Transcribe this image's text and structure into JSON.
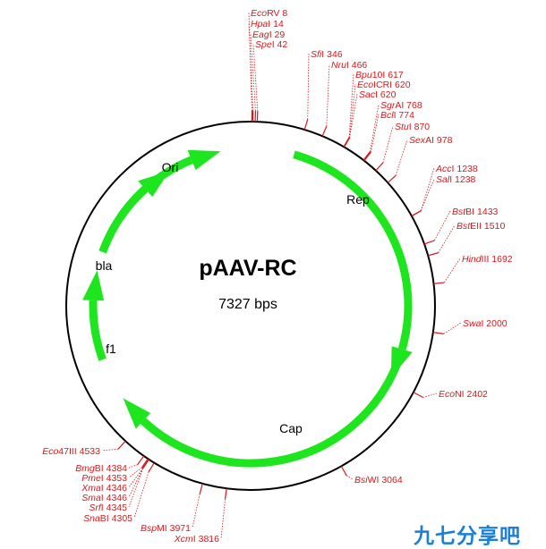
{
  "plasmid": {
    "name": "pAAV-RC",
    "size_label": "7327 bps"
  },
  "colors": {
    "backbone": "#000000",
    "feature": "#1ee61e",
    "site": "#d6191c"
  },
  "features": [
    {
      "name": "Rep",
      "direction": "cw"
    },
    {
      "name": "Cap",
      "direction": "cw"
    },
    {
      "name": "f1",
      "direction": "cw"
    },
    {
      "name": "bla",
      "direction": "cw"
    },
    {
      "name": "Ori",
      "direction": "cw"
    }
  ],
  "sites": [
    {
      "enzyme": "EcoRV",
      "italic": "Eco",
      "rest": "RV",
      "position": 8
    },
    {
      "enzyme": "HpaI",
      "italic": "Hpa",
      "rest": "I",
      "position": 14
    },
    {
      "enzyme": "EagI",
      "italic": "Eag",
      "rest": "I",
      "position": 29
    },
    {
      "enzyme": "SpeI",
      "italic": "Spe",
      "rest": "I",
      "position": 42
    },
    {
      "enzyme": "SfiI",
      "italic": "Sfi",
      "rest": "I",
      "position": 346
    },
    {
      "enzyme": "NruI",
      "italic": "Nru",
      "rest": "I",
      "position": 466
    },
    {
      "enzyme": "Bpu10I",
      "italic": "Bpu",
      "rest": "10I",
      "position": 617
    },
    {
      "enzyme": "EcoICRI",
      "italic": "Eco",
      "rest": "ICRI",
      "position": 620
    },
    {
      "enzyme": "SacI",
      "italic": "Sac",
      "rest": "I",
      "position": 620
    },
    {
      "enzyme": "SgrAI",
      "italic": "Sgr",
      "rest": "AI",
      "position": 768
    },
    {
      "enzyme": "BclI",
      "italic": "Bcl",
      "rest": "I",
      "position": 774
    },
    {
      "enzyme": "StuI",
      "italic": "Stu",
      "rest": "I",
      "position": 870
    },
    {
      "enzyme": "SexAI",
      "italic": "Sex",
      "rest": "AI",
      "position": 978
    },
    {
      "enzyme": "AccI",
      "italic": "Acc",
      "rest": "I",
      "position": 1238
    },
    {
      "enzyme": "SalI",
      "italic": "Sal",
      "rest": "I",
      "position": 1238
    },
    {
      "enzyme": "BstBI",
      "italic": "Bst",
      "rest": "BI",
      "position": 1433
    },
    {
      "enzyme": "BstEII",
      "italic": "Bst",
      "rest": "EII",
      "position": 1510
    },
    {
      "enzyme": "HindIII",
      "italic": "Hind",
      "rest": "III",
      "position": 1692
    },
    {
      "enzyme": "SwaI",
      "italic": "Swa",
      "rest": "I",
      "position": 2000
    },
    {
      "enzyme": "EcoNI",
      "italic": "Eco",
      "rest": "NI",
      "position": 2402
    },
    {
      "enzyme": "BsiWI",
      "italic": "Bsi",
      "rest": "WI",
      "position": 3064
    },
    {
      "enzyme": "XcmI",
      "italic": "Xcm",
      "rest": "I",
      "position": 3816
    },
    {
      "enzyme": "BspMI",
      "italic": "Bsp",
      "rest": "MI",
      "position": 3971
    },
    {
      "enzyme": "SnaBI",
      "italic": "Sna",
      "rest": "BI",
      "position": 4305
    },
    {
      "enzyme": "SrfI",
      "italic": "Srf",
      "rest": "I",
      "position": 4345
    },
    {
      "enzyme": "SmaI",
      "italic": "Sma",
      "rest": "I",
      "position": 4346
    },
    {
      "enzyme": "XmaI",
      "italic": "Xma",
      "rest": "I",
      "position": 4346
    },
    {
      "enzyme": "PmeI",
      "italic": "Pme",
      "rest": "I",
      "position": 4353
    },
    {
      "enzyme": "BmgBI",
      "italic": "Bmg",
      "rest": "BI",
      "position": 4384
    },
    {
      "enzyme": "Eco47III",
      "italic": "Eco",
      "rest": "47III",
      "position": 4533
    }
  ],
  "watermark": {
    "text": "九七分享吧"
  }
}
